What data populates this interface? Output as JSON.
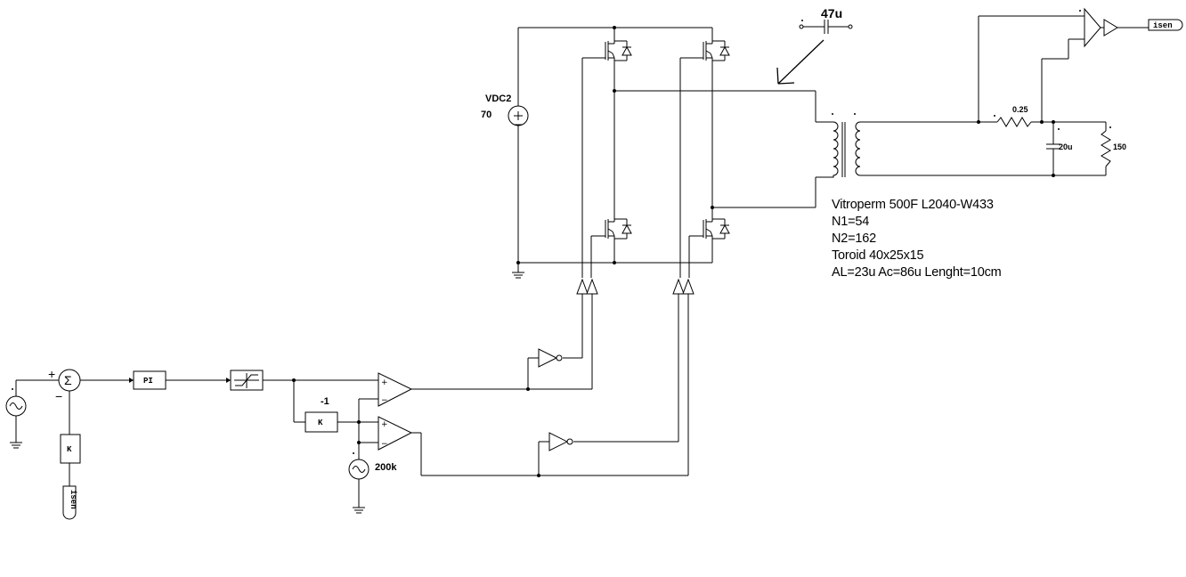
{
  "components": {
    "dc_source": {
      "name": "VDC2",
      "value": "70"
    },
    "series_cap": {
      "value": "47u"
    },
    "sense_resistor": {
      "value": "0.25"
    },
    "filter_cap": {
      "value": "20u"
    },
    "load_resistor": {
      "value": "150"
    },
    "pi_block": {
      "label": "PI"
    },
    "gain_feedback": {
      "label": "K"
    },
    "gain_invert": {
      "label": "K",
      "value": "-1"
    },
    "carrier": {
      "value": "200k"
    },
    "probe_out": {
      "label": "isen"
    },
    "probe_in": {
      "label": "isen"
    }
  },
  "summer_signs": {
    "plus": "+",
    "minus": "−"
  },
  "comparator_signs": {
    "plus": "+",
    "minus": "−"
  },
  "transformer_note": [
    "Vitroperm 500F  L2040-W433",
    "N1=54",
    "N2=162",
    "Toroid 40x25x15",
    "AL=23u Ac=86u Lenght=10cm"
  ],
  "icons": [
    "ac-source-icon",
    "dc-source-icon",
    "ground-icon",
    "mosfet-icon",
    "diode-icon",
    "transformer-icon",
    "resistor-icon",
    "capacitor-icon",
    "buffer-icon",
    "inverter-icon",
    "comparator-icon",
    "limiter-icon",
    "summer-icon",
    "arrow-icon"
  ]
}
